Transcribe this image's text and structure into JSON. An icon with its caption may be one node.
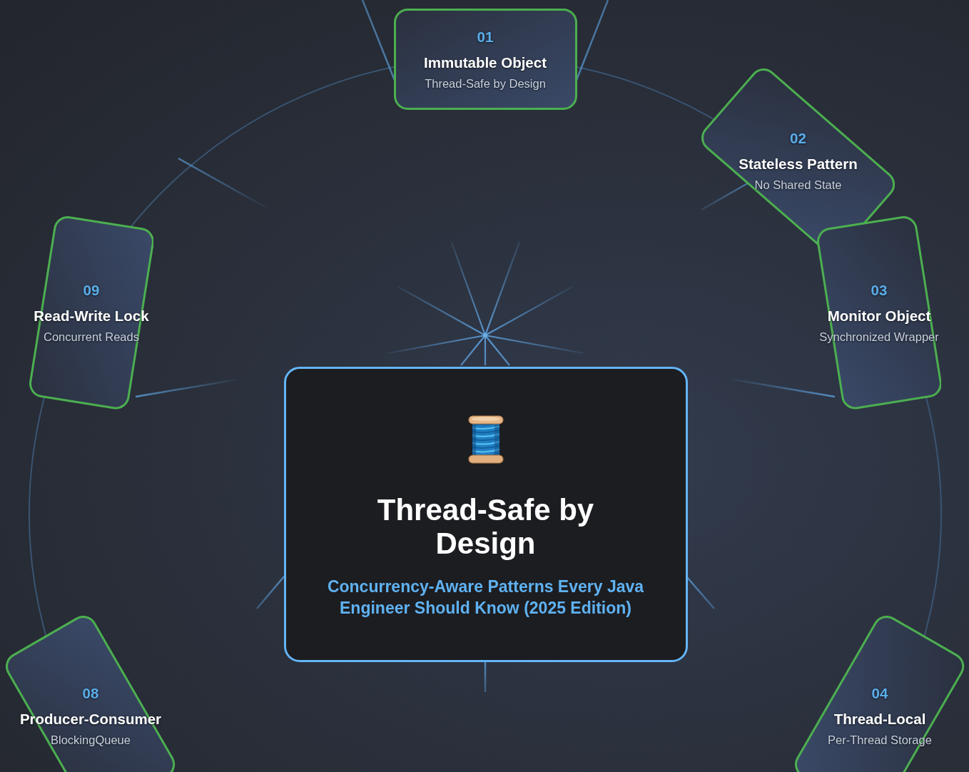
{
  "diagram": {
    "nodes": [
      {
        "text": [
          "Thread-Safe by Design",
          "Concurrency-Aware Patterns Every Java Engineer Should Know (2025 Edition)"
        ]
      },
      {
        "text": [
          "01",
          "Immutable Object",
          "Thread-Safe by Design"
        ]
      },
      {
        "text": [
          "02",
          "Stateless Pattern",
          "No Shared State"
        ]
      },
      {
        "text": [
          "03",
          "Monitor Object",
          "Synchronized Wrapper"
        ]
      },
      {
        "text": [
          "04",
          "Thread-Local",
          "Per-Thread Storage"
        ]
      },
      {
        "text": [
          "08",
          "Producer-Consumer",
          "BlockingQueue"
        ]
      },
      {
        "text": [
          "09",
          "Read-Write Lock",
          "Concurrent Reads"
        ]
      }
    ]
  }
}
